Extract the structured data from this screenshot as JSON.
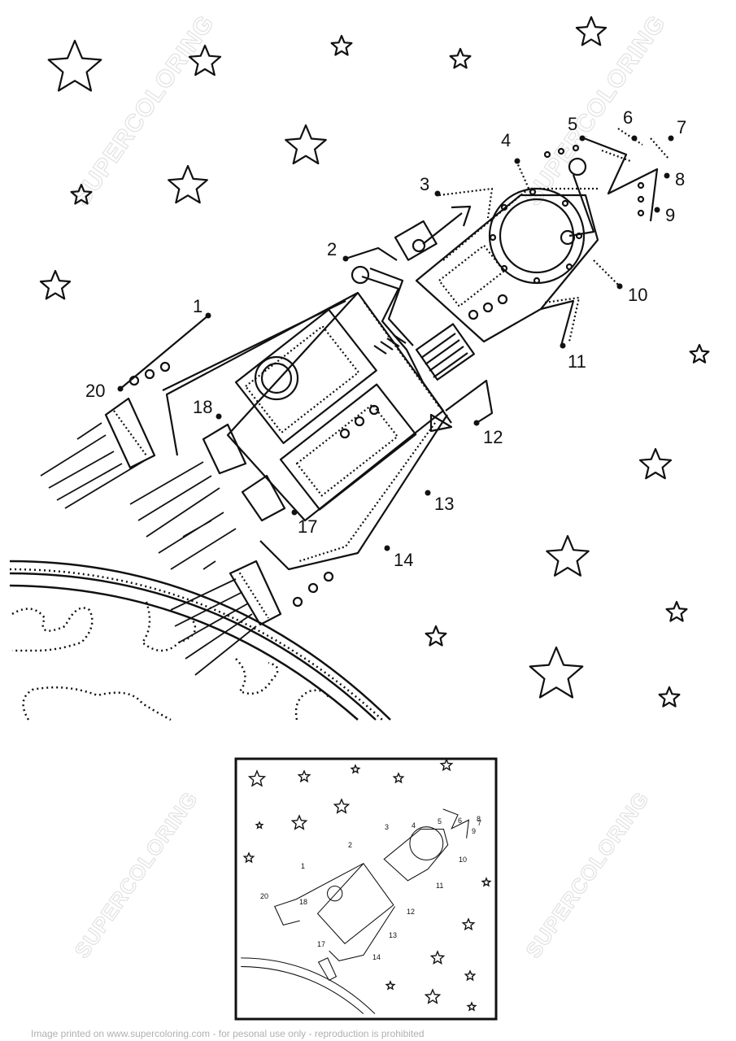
{
  "watermark": "SUPERCOLORING",
  "footer": "Image printed on www.supercoloring.com - for pesonal use only - reproduction is prohibited",
  "dots": [
    {
      "label": "1"
    },
    {
      "label": "2"
    },
    {
      "label": "3"
    },
    {
      "label": "4"
    },
    {
      "label": "5"
    },
    {
      "label": "6"
    },
    {
      "label": "7"
    },
    {
      "label": "8"
    },
    {
      "label": "9"
    },
    {
      "label": "10"
    },
    {
      "label": "11"
    },
    {
      "label": "12"
    },
    {
      "label": "13"
    },
    {
      "label": "14"
    },
    {
      "label": "17"
    },
    {
      "label": "18"
    },
    {
      "label": "20"
    }
  ],
  "preview_labels": [
    "1",
    "2",
    "3",
    "4",
    "5",
    "6",
    "7",
    "8",
    "9",
    "10",
    "11",
    "12",
    "13",
    "14",
    "17",
    "18",
    "20"
  ]
}
